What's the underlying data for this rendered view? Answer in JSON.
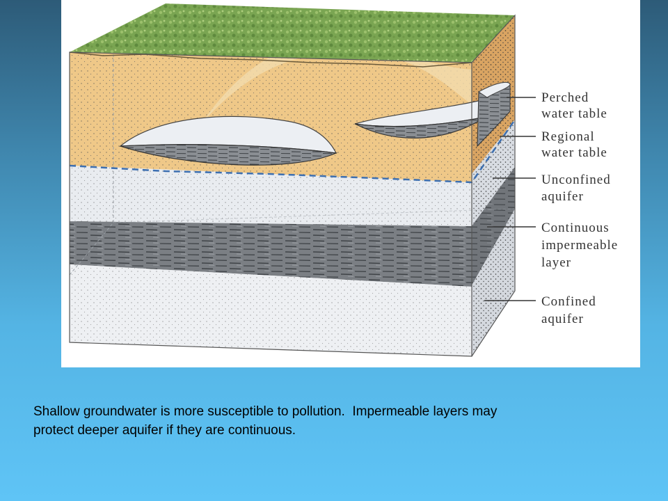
{
  "figure": {
    "labels": [
      {
        "id": "perched",
        "lines": [
          "Perched",
          "water table"
        ]
      },
      {
        "id": "regional",
        "lines": [
          "Regional",
          "water table"
        ]
      },
      {
        "id": "unconfined",
        "lines": [
          "Unconfined",
          "aquifer"
        ]
      },
      {
        "id": "impermeable",
        "lines": [
          "Continuous",
          "impermeable",
          "layer"
        ]
      },
      {
        "id": "confined",
        "lines": [
          "Confined",
          "aquifer"
        ]
      }
    ]
  },
  "caption": {
    "line1": "Shallow groundwater is more susceptible to pollution.  Impermeable layers may",
    "line2": "protect deeper aquifer if they are continuous."
  },
  "colors": {
    "grass": "#7aa552",
    "sand": "#efc888",
    "aquifer": "#e9ecf0",
    "clay": "#6f7378",
    "water_table_line": "#3d6fb0"
  }
}
